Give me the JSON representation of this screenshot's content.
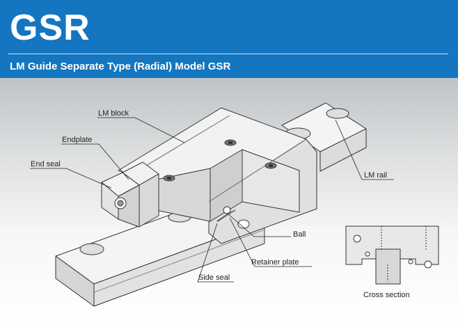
{
  "header": {
    "title": "GSR",
    "subtitle": "LM Guide Separate Type (Radial) Model GSR"
  },
  "labels": {
    "lm_block": "LM block",
    "endplate": "Endplate",
    "end_seal": "End seal",
    "lm_rail": "LM rail",
    "ball": "Ball",
    "retainer_plate": "Retainer plate",
    "side_seal": "Side seal",
    "cross_section": "Cross section"
  },
  "colors": {
    "header_blue": "#1476c0",
    "part_face": "#e9e9e9",
    "line": "#333333"
  }
}
